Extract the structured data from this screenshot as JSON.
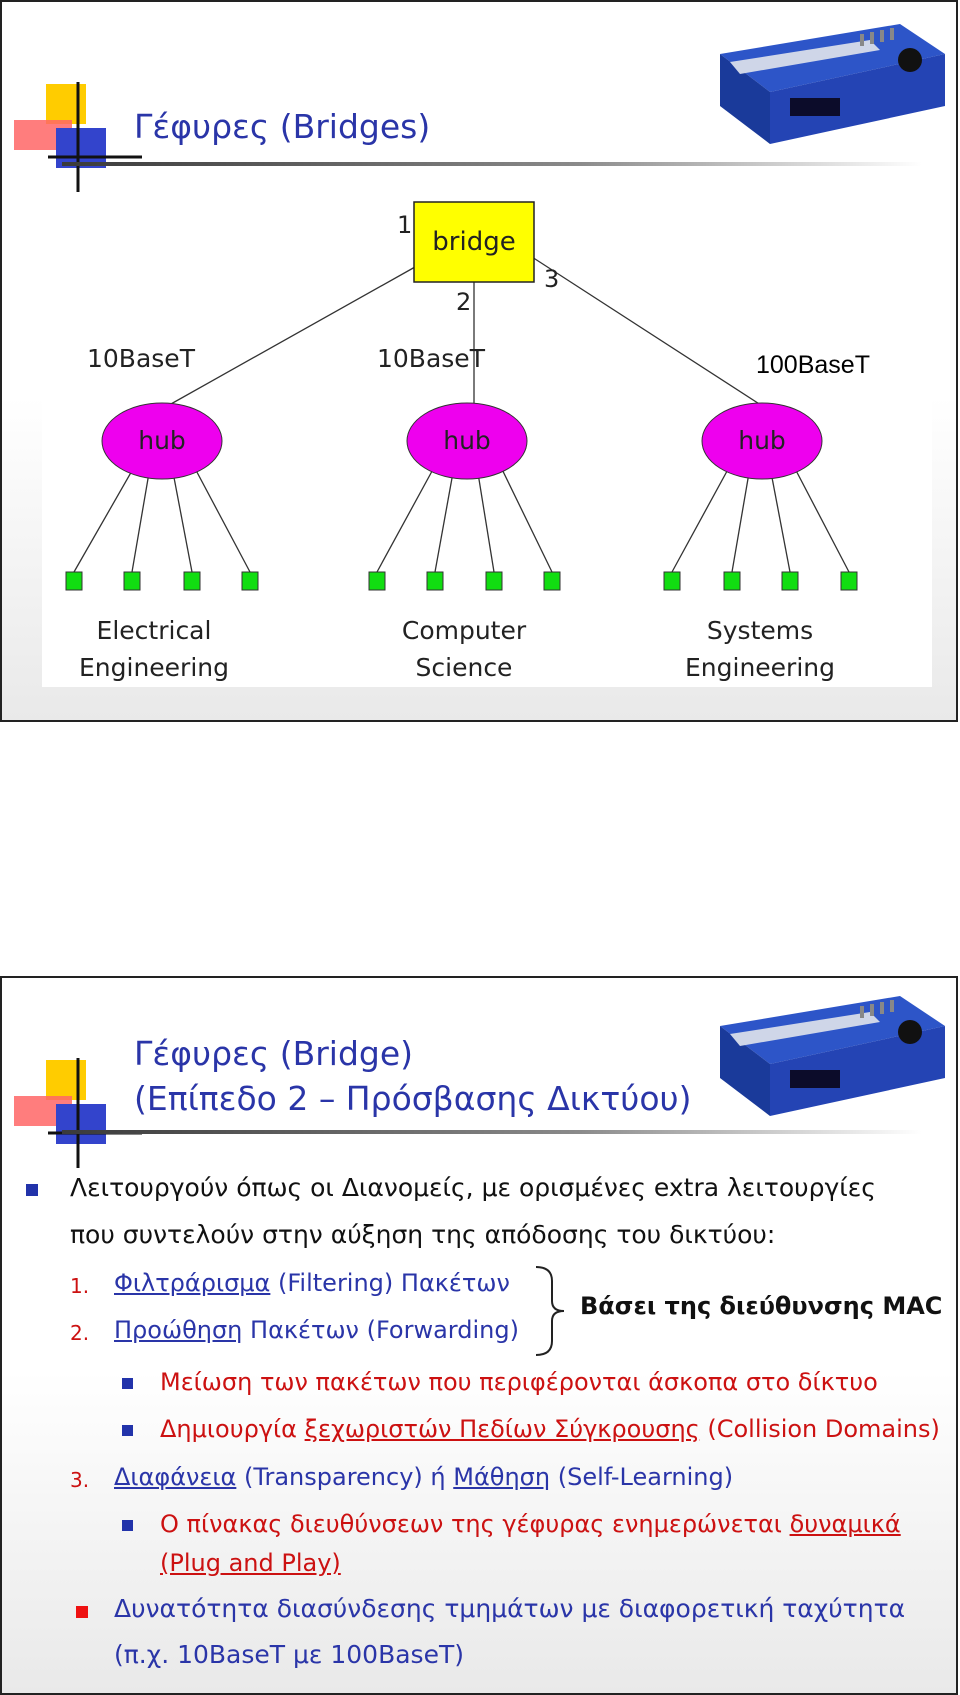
{
  "slide1": {
    "title": "Γέφυρες (Bridges)",
    "diagram": {
      "bridge_label": "bridge",
      "port_labels": [
        "1",
        "2",
        "3"
      ],
      "link_labels": [
        "10BaseT",
        "10BaseT",
        "100BaseT"
      ],
      "hub_label": "hub",
      "departments": [
        {
          "line1": "Electrical",
          "line2": "Engineering"
        },
        {
          "line1": "Computer",
          "line2": "Science"
        },
        {
          "line1": "Systems",
          "line2": "Engineering"
        }
      ],
      "colors": {
        "bridge": "#ffff00",
        "hub": "#ee00ee",
        "host": "#11dd11"
      }
    }
  },
  "slide2": {
    "title_line1": "Γέφυρες (Bridge)",
    "title_line2": "(Επίπεδο 2 – Πρόσβασης Δικτύου)",
    "intro_line1": "Λειτουργούν όπως οι Διανομείς, με ορισμένες extra λειτουργίες",
    "intro_line2": "που συντελούν στην αύξηση της απόδοσης του δικτύου:",
    "item1": {
      "num": "1.",
      "term": "Φιλτράρισμα",
      "rest": " (Filtering) Πακέτων"
    },
    "item2": {
      "num": "2.",
      "term": "Προώθηση",
      "rest": " Πακέτων (Forwarding)"
    },
    "mac_note": "Βάσει της διεύθυνσης MAC",
    "sub1": "Μείωση των πακέτων που περιφέρονται άσκοπα στο δίκτυο",
    "sub2": {
      "pre": "Δημιουργία ",
      "term": "ξεχωριστών Πεδίων Σύγκρουσης",
      "post": " (Collision Domains)"
    },
    "item3": {
      "num": "3.",
      "term1": "Διαφάνεια",
      "mid": " (Transparency) ή ",
      "term2": "Μάθηση",
      "post": " (Self-Learning)"
    },
    "sub3": {
      "line1_pre": "Ο πίνακας διευθύνσεων της γέφυρας ενημερώνεται ",
      "line1_term": "δυναμικά",
      "line2": "(Plug and Play)"
    },
    "last_line1": "Δυνατότητα διασύνδεσης τμημάτων με διαφορετική ταχύτητα",
    "last_line2": "(π.χ. 10BaseT με 100BaseT)",
    "colors": {
      "title": "#2a35a8",
      "red": "#cc1111",
      "bullet_blue": "#2233aa",
      "bullet_red": "#ee1111"
    }
  }
}
